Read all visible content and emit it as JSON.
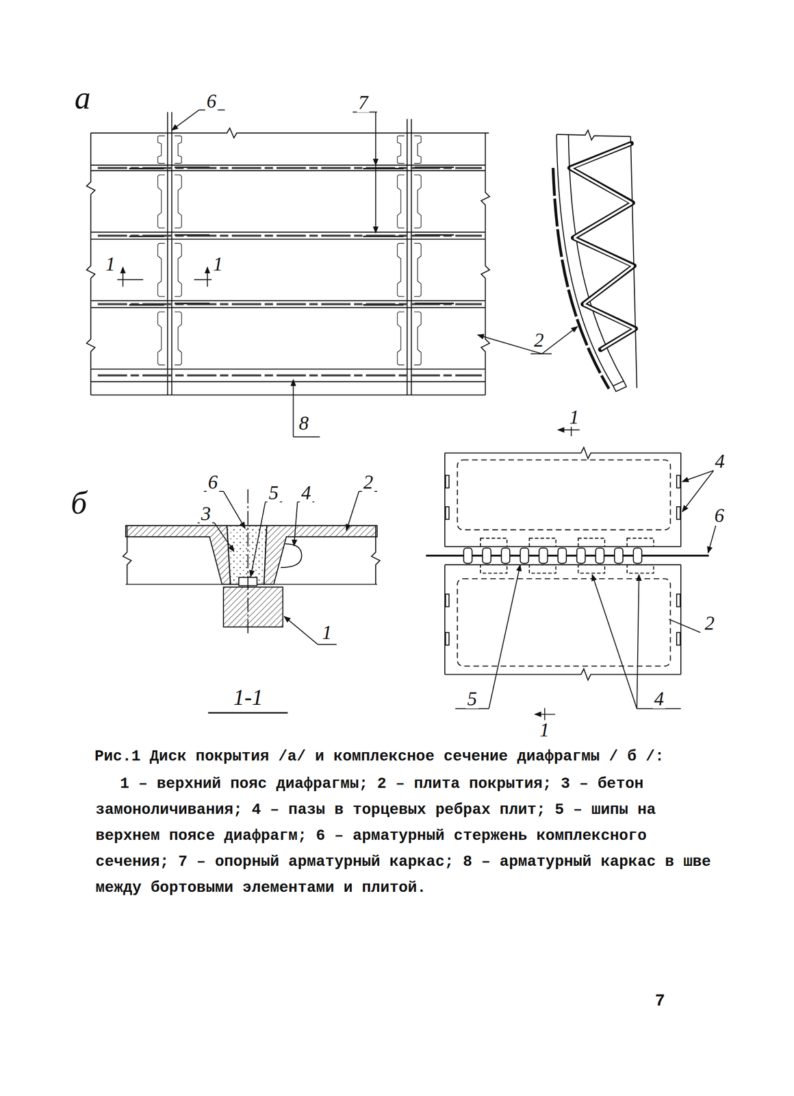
{
  "diagram": {
    "caption": "Рис.1 Диск покрытия /а/ и комплексное сечение диафрагмы / б /:",
    "labels": [
      "а",
      "6",
      "7",
      "1",
      "1",
      "2",
      "1",
      "8",
      "б",
      "6",
      "3",
      "5",
      "4",
      "2",
      "1",
      "1-1",
      "4",
      "6",
      "2",
      "5",
      "4",
      "1",
      "1 – верхний пояс диафрагмы; 2 – плита покрытия; 3 – бетон замоноличивания; 4 – пазы в торцевых ребрах плит; 5 – шипы на верхнем поясе диафрагм; 6 – арматурный стержень комплексного сечения; 7 – опорный арматурный каркас; 8 – арматурный каркас в шве между бортовыми элементами и плитой.",
      "7"
    ]
  }
}
